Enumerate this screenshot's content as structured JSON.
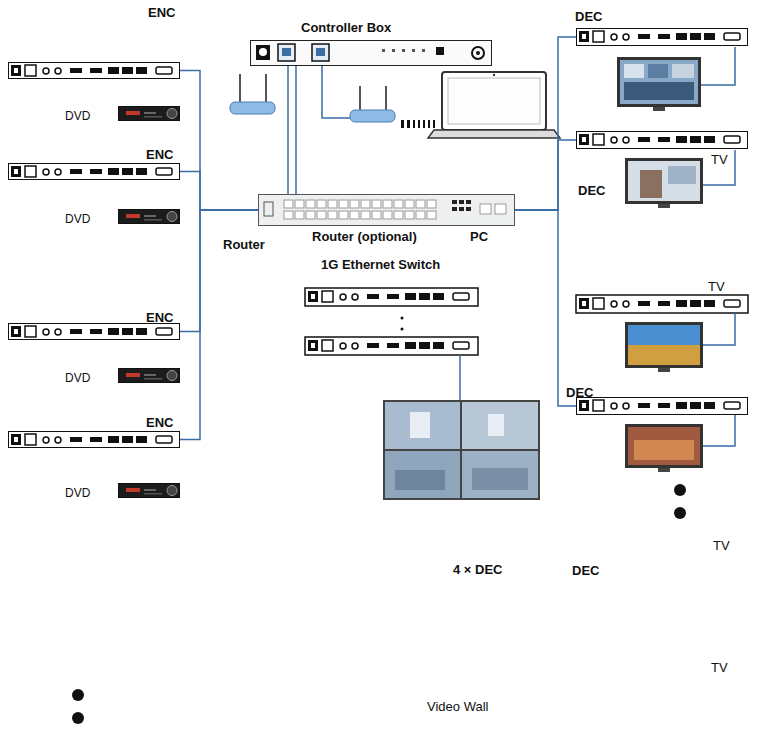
{
  "diagram": {
    "nodes": [
      {
        "text": [
          "Controller Box"
        ]
      },
      {
        "text": [
          "ENC"
        ]
      },
      {
        "text": [
          "DVD"
        ]
      },
      {
        "text": [
          "ENC"
        ]
      },
      {
        "text": [
          "DVD"
        ]
      },
      {
        "text": [
          "ENC"
        ]
      },
      {
        "text": [
          "DVD"
        ]
      },
      {
        "text": [
          "ENC"
        ]
      },
      {
        "text": [
          "DVD"
        ]
      },
      {
        "text": [
          "1G Ethernet Switch"
        ]
      },
      {
        "text": [
          "DEC"
        ]
      },
      {
        "text": [
          "DEC"
        ]
      },
      {
        "text": [
          "DEC"
        ]
      }
    ],
    "edges": [
      {
        "from": 1,
        "to": 9,
        "arrow": "none"
      },
      {
        "from": 3,
        "to": 9,
        "arrow": "none"
      },
      {
        "from": 5,
        "to": 9,
        "arrow": "none"
      },
      {
        "from": 7,
        "to": 9,
        "arrow": "none"
      },
      {
        "from": 0,
        "to": 9,
        "arrow": "none"
      },
      {
        "from": 9,
        "to": 10,
        "arrow": "none"
      },
      {
        "from": 9,
        "to": 11,
        "arrow": "none"
      },
      {
        "from": 9,
        "to": 12,
        "arrow": "none"
      }
    ],
    "labels": [
      "Router",
      "Router (optional)",
      "PC",
      "TV",
      "TV",
      "TV",
      "TV",
      "DEC",
      "4 × DEC",
      "Video Wall"
    ]
  }
}
